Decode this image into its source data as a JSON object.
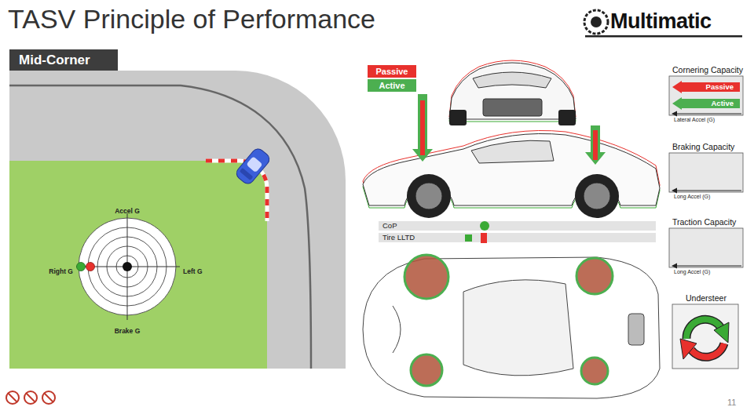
{
  "diagram": {
    "title": "TASV Principle of Performance",
    "nodes": [
      {
        "text": [
          "Mid-Corner"
        ]
      },
      {
        "text": [
          "CoP"
        ]
      },
      {
        "text": [
          "Tire LLTD"
        ]
      },
      {
        "text": [
          "Cornering Capacity",
          "Lateral Accel (G)"
        ]
      },
      {
        "text": [
          "Passive"
        ],
        "in": 3
      },
      {
        "text": [
          "Active"
        ],
        "in": 3
      },
      {
        "text": [
          "Braking Capacity",
          "Long Accel (G)"
        ]
      },
      {
        "text": [
          "Traction Capacity",
          "Long Accel (G)"
        ]
      },
      {
        "text": [
          "Understeer"
        ]
      }
    ],
    "labels": [
      "Accel G",
      "Right G",
      "Left G",
      "Brake G",
      "Multimatic",
      "11"
    ],
    "legend": [
      {
        "text": "Passive",
        "color": "#e8312d"
      },
      {
        "text": "Active",
        "color": "#4caf50"
      }
    ]
  }
}
